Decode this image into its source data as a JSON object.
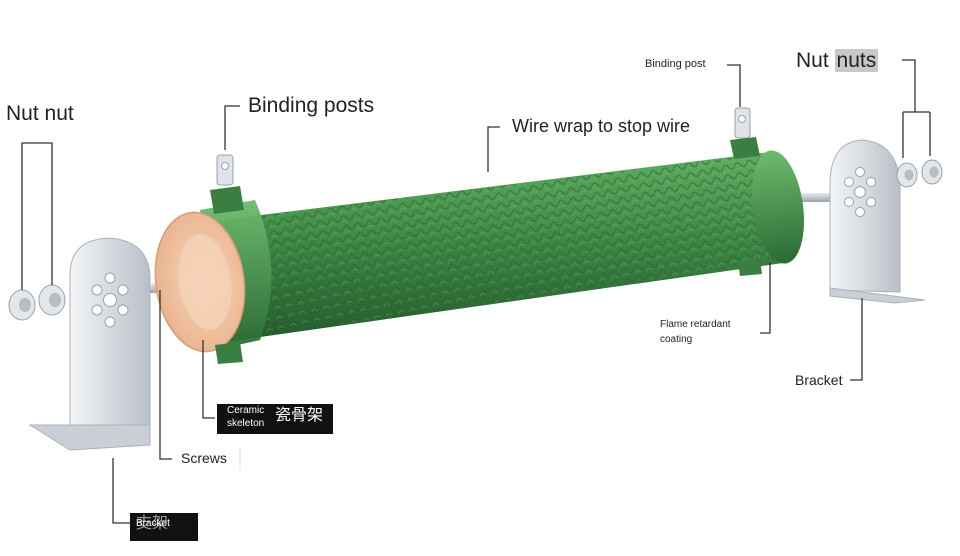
{
  "labels": {
    "nut_left": "Nut nut",
    "binding_posts": "Binding posts",
    "wire_wrap": "Wire wrap to stop wire",
    "binding_post": "Binding post",
    "nut_right_a": "Nut ",
    "nut_right_b": "nuts",
    "flame_line1": "Flame retardant",
    "flame_line2": "coating",
    "bracket_right": "Bracket",
    "screws": "Screws",
    "ceramic_line1": "Ceramic",
    "ceramic_line2": "skeleton",
    "ceramic_cjk": "瓷骨架",
    "bracket_tag": "Bracket",
    "bracket_cjk": "支架"
  },
  "colors": {
    "coating_green": "#3f8a47",
    "coating_dark": "#2c6a34",
    "ceramic": "#f2c4a2",
    "metal": "#d8dde2"
  }
}
